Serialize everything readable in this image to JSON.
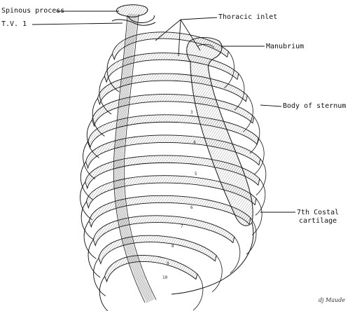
{
  "labels": {
    "spinous_process": "Spinous process",
    "tv1": "T.V. 1",
    "thoracic_inlet": "Thoracic inlet",
    "manubrium": "Manubrium",
    "body_of_sternum": "Body of sternum",
    "costal_line1": "7th Costal",
    "costal_line2": "cartilage"
  },
  "rib_numbers": [
    "3",
    "4",
    "5",
    "6",
    "7",
    "8",
    "9",
    "10"
  ],
  "signature": "dj Maude",
  "colors": {
    "ink": "#111111",
    "shade": "#666666",
    "background": "#ffffff"
  }
}
